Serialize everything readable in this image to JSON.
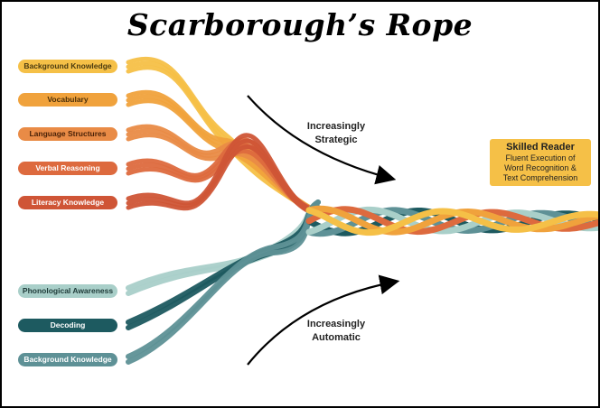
{
  "title": "Scarborough’s Rope",
  "upper_strands": [
    {
      "label": "Background Knowledge",
      "color": "#f5c047",
      "text_color": "#4a3a10"
    },
    {
      "label": "Vocabulary",
      "color": "#f0a23c",
      "text_color": "#4a2e08"
    },
    {
      "label": "Language Structures",
      "color": "#e98b46",
      "text_color": "#4a2208"
    },
    {
      "label": "Verbal Reasoning",
      "color": "#dd6a3e",
      "text_color": "#ffffff"
    },
    {
      "label": "Literacy Knowledge",
      "color": "#cf5536",
      "text_color": "#ffffff"
    }
  ],
  "lower_strands": [
    {
      "label": "Phonological Awareness",
      "color": "#a9cfc9",
      "text_color": "#1e3a38"
    },
    {
      "label": "Decoding",
      "color": "#1d5a60",
      "text_color": "#ffffff"
    },
    {
      "label": "Background Knowledge",
      "color": "#5e9196",
      "text_color": "#ffffff"
    }
  ],
  "arrows": {
    "upper": {
      "line1": "Increasingly",
      "line2": "Strategic"
    },
    "lower": {
      "line1": "Increasingly",
      "line2": "Automatic"
    }
  },
  "skilled_reader": {
    "title": "Skilled Reader",
    "line1": "Fluent Execution of",
    "line2": "Word Recognition &",
    "line3": "Text Comprehension"
  }
}
